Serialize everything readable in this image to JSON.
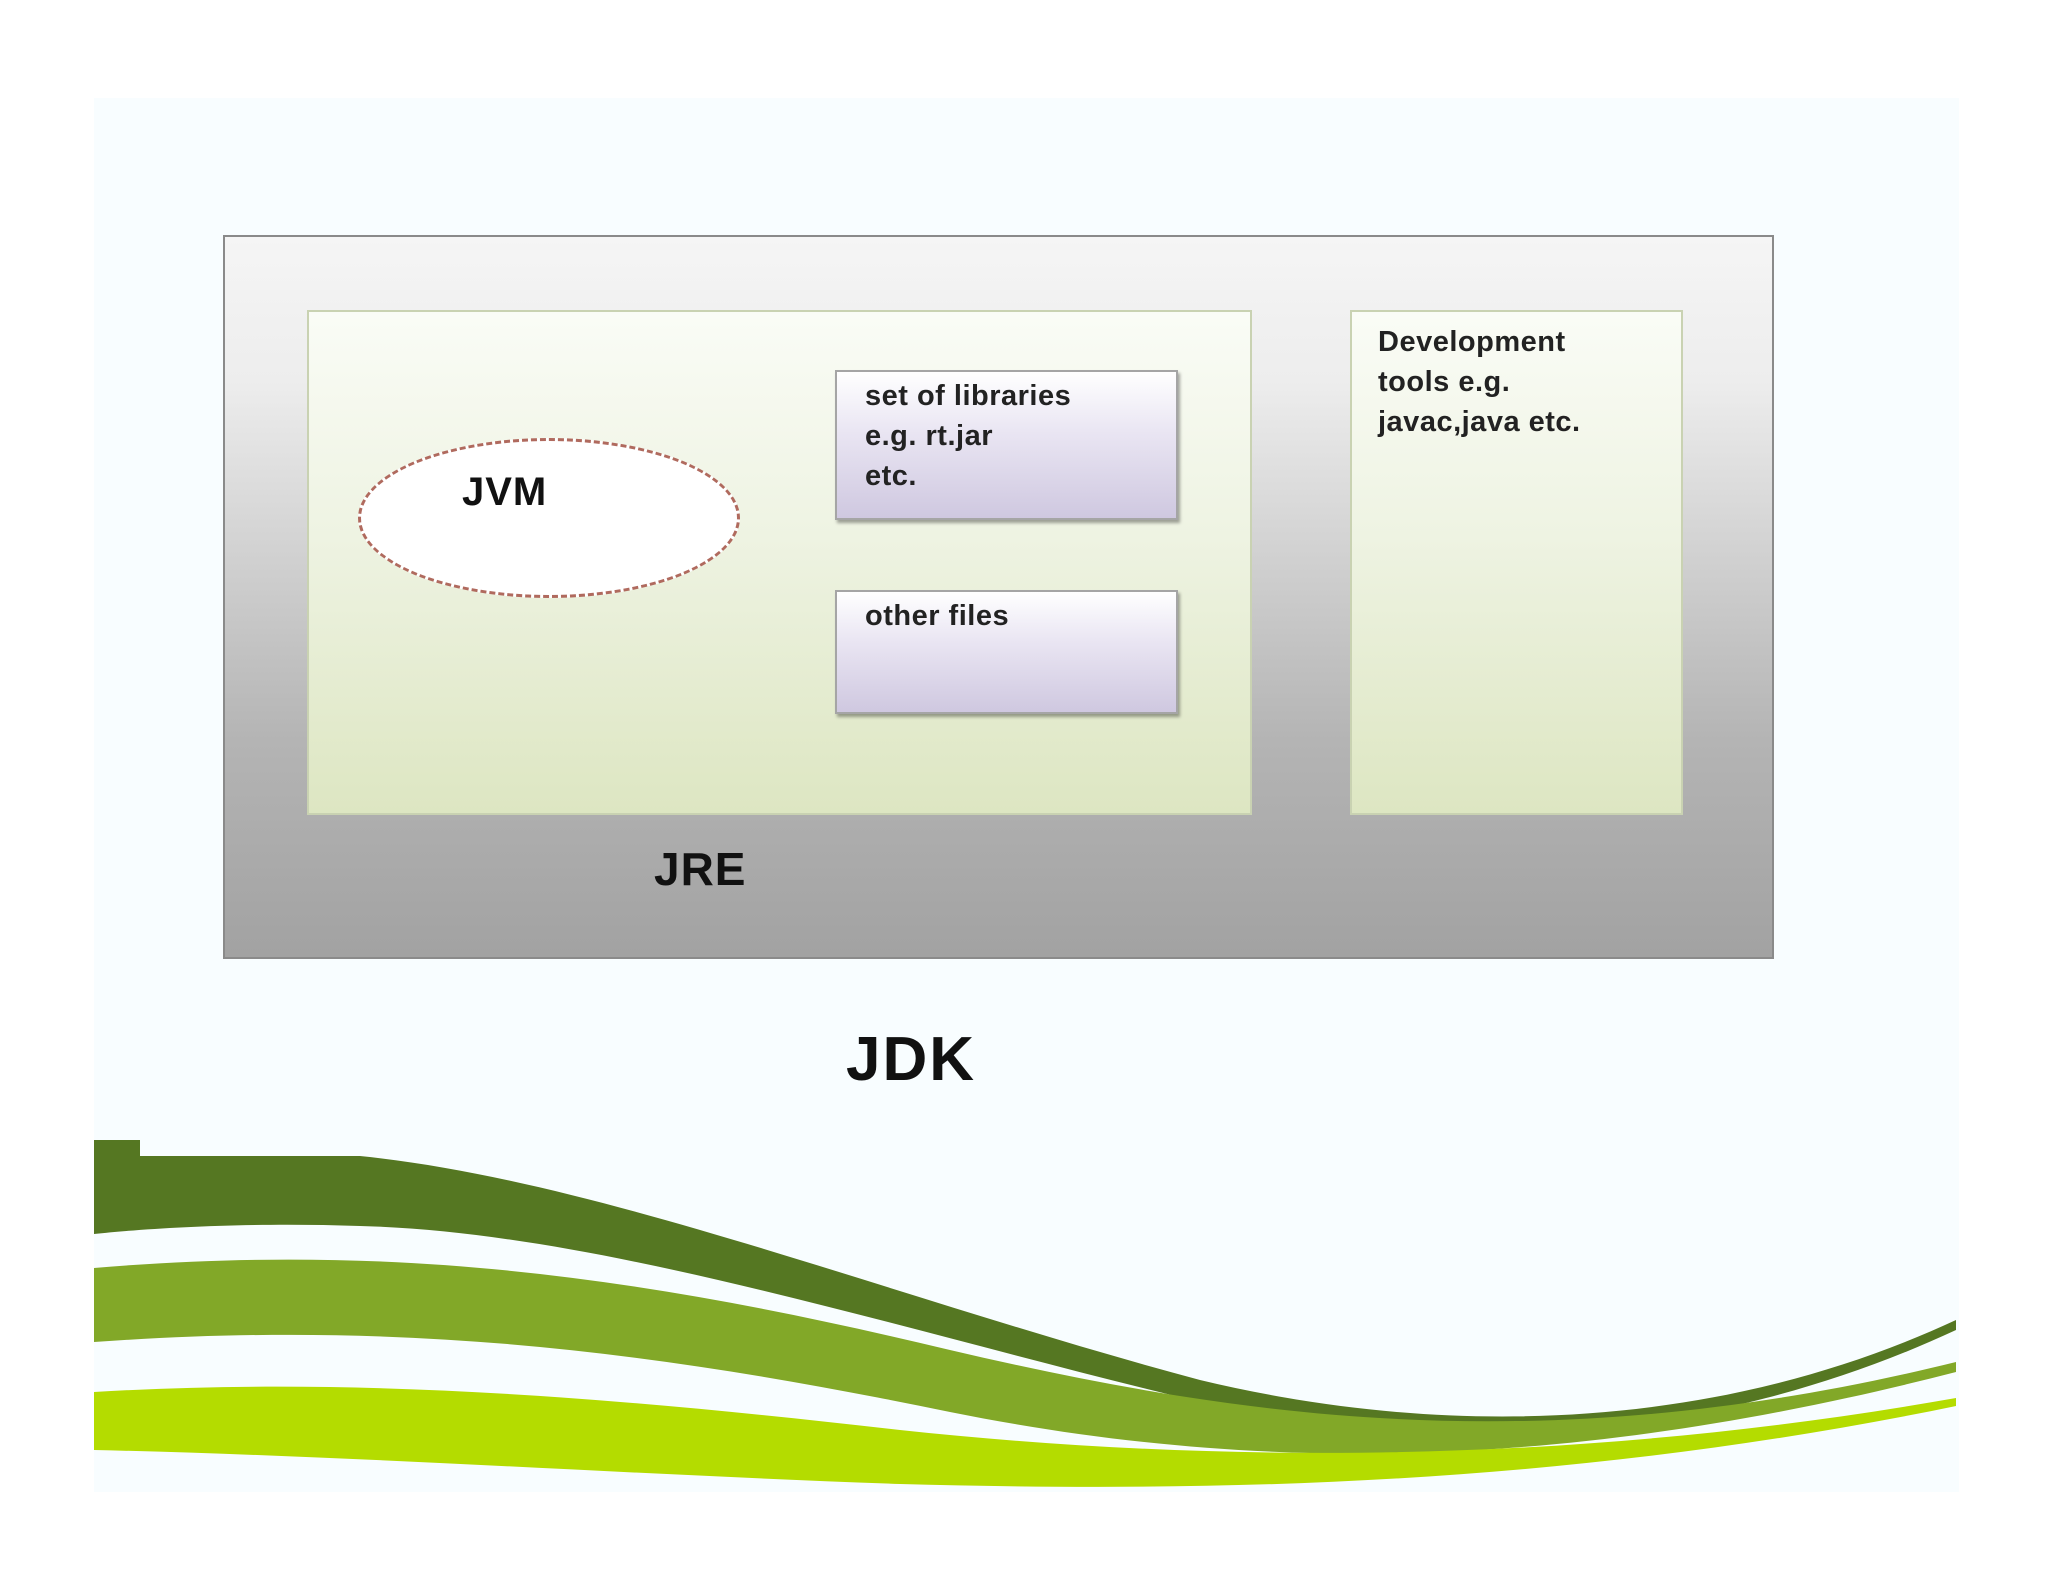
{
  "diagram": {
    "jdk_label": "JDK",
    "jre_label": "JRE",
    "jvm_label": "JVM",
    "libraries_text": "set of libraries\ne.g. rt.jar\netc.",
    "other_files_text": "other files",
    "dev_tools_text": "Development\ntools e.g.\njavac,java etc."
  },
  "colors": {
    "dark_green": "#557722",
    "mid_green": "#82a828",
    "light_green": "#b4dc00",
    "jvm_dash": "#b06a5e"
  }
}
